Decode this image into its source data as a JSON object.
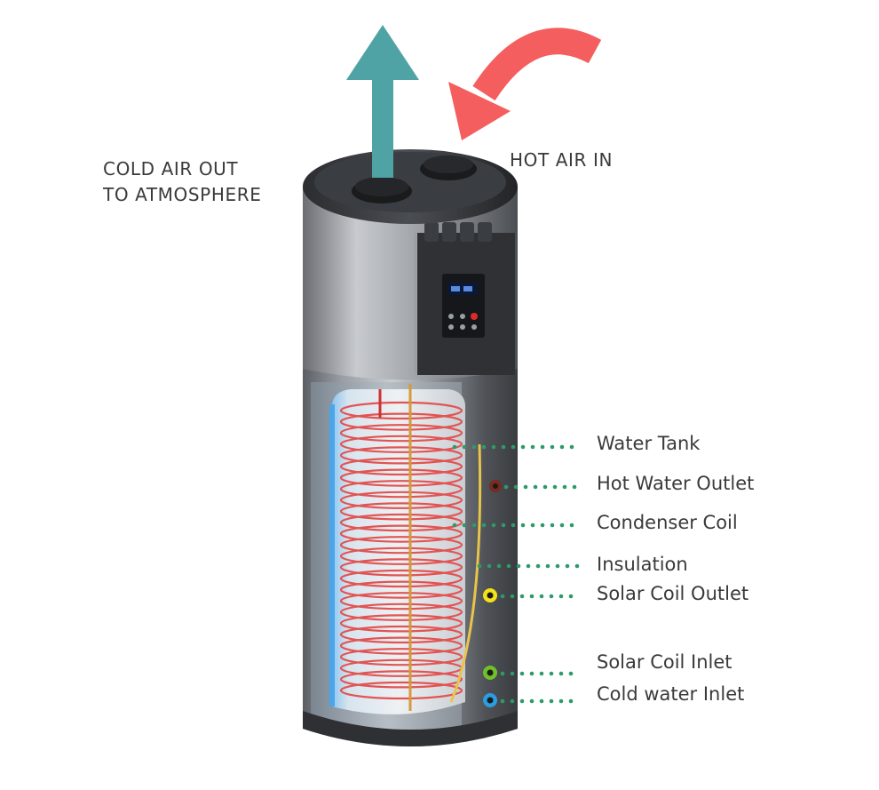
{
  "labels": {
    "cold_air_out": [
      "COLD AIR OUT",
      "TO ATMOSPHERE"
    ],
    "hot_air_in": "HOT AIR IN"
  },
  "callouts": [
    {
      "id": "water-tank",
      "text": "Water Tank"
    },
    {
      "id": "hot-water-outlet",
      "text": "Hot Water Outlet"
    },
    {
      "id": "condenser-coil",
      "text": "Condenser Coil"
    },
    {
      "id": "insulation",
      "text": "Insulation"
    },
    {
      "id": "solar-coil-outlet",
      "text": "Solar Coil Outlet"
    },
    {
      "id": "solar-coil-inlet",
      "text": "Solar Coil Inlet"
    },
    {
      "id": "cold-water-inlet",
      "text": "Cold water Inlet"
    }
  ],
  "colors": {
    "cold_air_arrow": "#4fa3a5",
    "hot_air_arrow": "#f45e5e",
    "leader_dots": "#2e9a6a",
    "coil": "#e25454",
    "hot_water_outlet_port": "#7a2a20",
    "solar_coil_outlet_port": "#f3e11a",
    "solar_coil_inlet_port": "#6fc12a",
    "cold_water_inlet_port": "#2a9ee0"
  },
  "icons": {
    "cold_air_arrow": "up-arrow-icon",
    "hot_air_arrow": "curved-arrow-icon"
  }
}
